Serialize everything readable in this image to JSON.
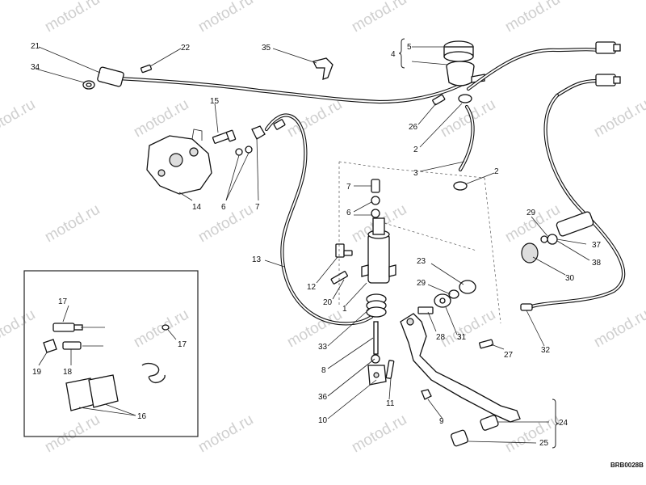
{
  "watermark": "motod.ru",
  "drawing_code": "BRB0028B",
  "callouts": [
    {
      "id": "c21",
      "text": "21"
    },
    {
      "id": "c22",
      "text": "22"
    },
    {
      "id": "c34",
      "text": "34"
    },
    {
      "id": "c35",
      "text": "35"
    },
    {
      "id": "c4",
      "text": "4"
    },
    {
      "id": "c5",
      "text": "5"
    },
    {
      "id": "c15",
      "text": "15"
    },
    {
      "id": "c26",
      "text": "26"
    },
    {
      "id": "c2a",
      "text": "2"
    },
    {
      "id": "c3",
      "text": "3"
    },
    {
      "id": "c2b",
      "text": "2"
    },
    {
      "id": "c14",
      "text": "14"
    },
    {
      "id": "c6a",
      "text": "6"
    },
    {
      "id": "c7a",
      "text": "7"
    },
    {
      "id": "c7b",
      "text": "7"
    },
    {
      "id": "c6b",
      "text": "6"
    },
    {
      "id": "c29a",
      "text": "29"
    },
    {
      "id": "c37",
      "text": "37"
    },
    {
      "id": "c38",
      "text": "38"
    },
    {
      "id": "c30",
      "text": "30"
    },
    {
      "id": "c13",
      "text": "13"
    },
    {
      "id": "c12",
      "text": "12"
    },
    {
      "id": "c20",
      "text": "20"
    },
    {
      "id": "c1",
      "text": "1"
    },
    {
      "id": "c23",
      "text": "23"
    },
    {
      "id": "c29b",
      "text": "29"
    },
    {
      "id": "c28",
      "text": "28"
    },
    {
      "id": "c31",
      "text": "31"
    },
    {
      "id": "c32",
      "text": "32"
    },
    {
      "id": "c33",
      "text": "33"
    },
    {
      "id": "c8",
      "text": "8"
    },
    {
      "id": "c27",
      "text": "27"
    },
    {
      "id": "c36",
      "text": "36"
    },
    {
      "id": "c11",
      "text": "11"
    },
    {
      "id": "c10",
      "text": "10"
    },
    {
      "id": "c9",
      "text": "9"
    },
    {
      "id": "c24",
      "text": "24"
    },
    {
      "id": "c25",
      "text": "25"
    },
    {
      "id": "c17a",
      "text": "17"
    },
    {
      "id": "c17b",
      "text": "17"
    },
    {
      "id": "c19",
      "text": "19"
    },
    {
      "id": "c18",
      "text": "18"
    },
    {
      "id": "c16",
      "text": "16"
    }
  ]
}
